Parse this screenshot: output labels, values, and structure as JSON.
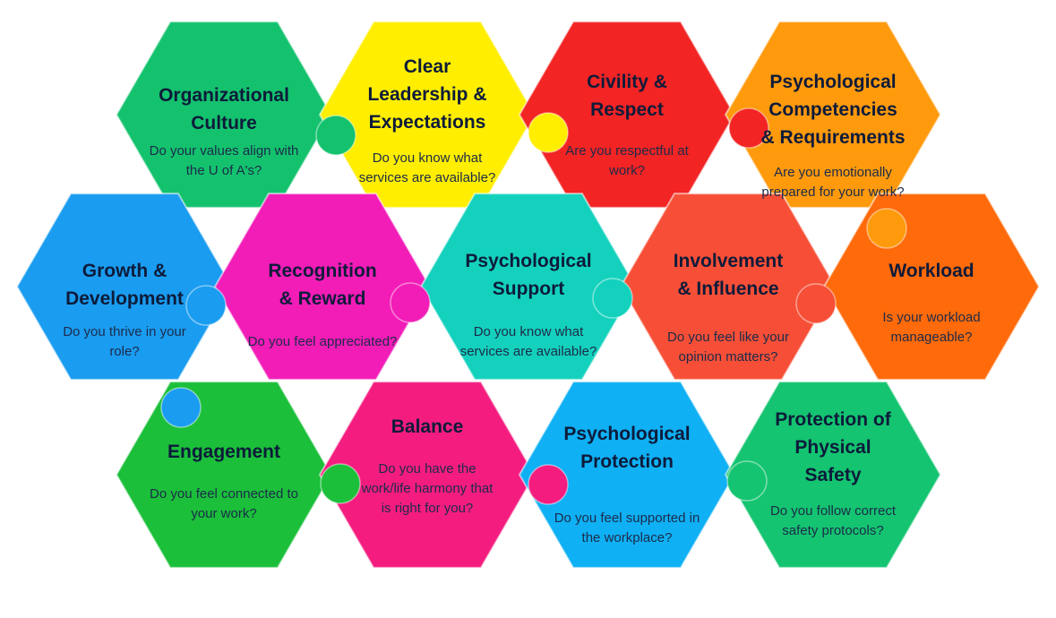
{
  "pieces": [
    {
      "id": "organizational-culture",
      "color": "#14c26e",
      "title_lines": [
        "Organizational",
        "Culture"
      ],
      "question_lines": [
        "Do your values align with",
        "the U of A's?"
      ]
    },
    {
      "id": "clear-leadership",
      "color": "#ffee00",
      "title_lines": [
        "Clear",
        "Leadership &",
        "Expectations"
      ],
      "question_lines": [
        "Do you know what",
        "services are available?"
      ]
    },
    {
      "id": "civility-respect",
      "color": "#f22424",
      "title_lines": [
        "Civility &",
        "Respect"
      ],
      "question_lines": [
        "Are you respectful at",
        "work?"
      ]
    },
    {
      "id": "psychological-competencies",
      "color": "#ff9a0d",
      "title_lines": [
        "Psychological",
        "Competencies",
        "& Requirements"
      ],
      "question_lines": [
        "Are you emotionally",
        "prepared for your work?"
      ]
    },
    {
      "id": "growth-development",
      "color": "#1a9cf0",
      "title_lines": [
        "Growth &",
        "Development"
      ],
      "question_lines": [
        "Do you thrive in your",
        "role?"
      ]
    },
    {
      "id": "recognition-reward",
      "color": "#f21cb7",
      "title_lines": [
        "Recognition",
        "& Reward"
      ],
      "question_lines": [
        "Do you feel appreciated?"
      ]
    },
    {
      "id": "psychological-support",
      "color": "#14d1bd",
      "title_lines": [
        "Psychological",
        "Support"
      ],
      "question_lines": [
        "Do you know what",
        "services are available?"
      ]
    },
    {
      "id": "involvement-influence",
      "color": "#f74f37",
      "title_lines": [
        "Involvement",
        "& Influence"
      ],
      "question_lines": [
        "Do you feel like your",
        "opinion matters?"
      ]
    },
    {
      "id": "workload",
      "color": "#ff6a0a",
      "title_lines": [
        "Workload"
      ],
      "question_lines": [
        "Is your workload",
        "manageable?"
      ]
    },
    {
      "id": "engagement",
      "color": "#1bbf3a",
      "title_lines": [
        "Engagement"
      ],
      "question_lines": [
        "Do you feel connected to",
        "your work?"
      ]
    },
    {
      "id": "balance",
      "color": "#f41d7f",
      "title_lines": [
        "Balance"
      ],
      "question_lines": [
        "Do you have the",
        "work/life harmony that",
        "is right for you?"
      ]
    },
    {
      "id": "psychological-protection",
      "color": "#0fb0f4",
      "title_lines": [
        "Psychological",
        "Protection"
      ],
      "question_lines": [
        "Do you feel supported in",
        "the workplace?"
      ]
    },
    {
      "id": "protection-physical-safety",
      "color": "#14c470",
      "title_lines": [
        "Protection of",
        "Physical",
        "Safety"
      ],
      "question_lines": [
        "Do you follow correct",
        "safety protocols?"
      ]
    }
  ]
}
